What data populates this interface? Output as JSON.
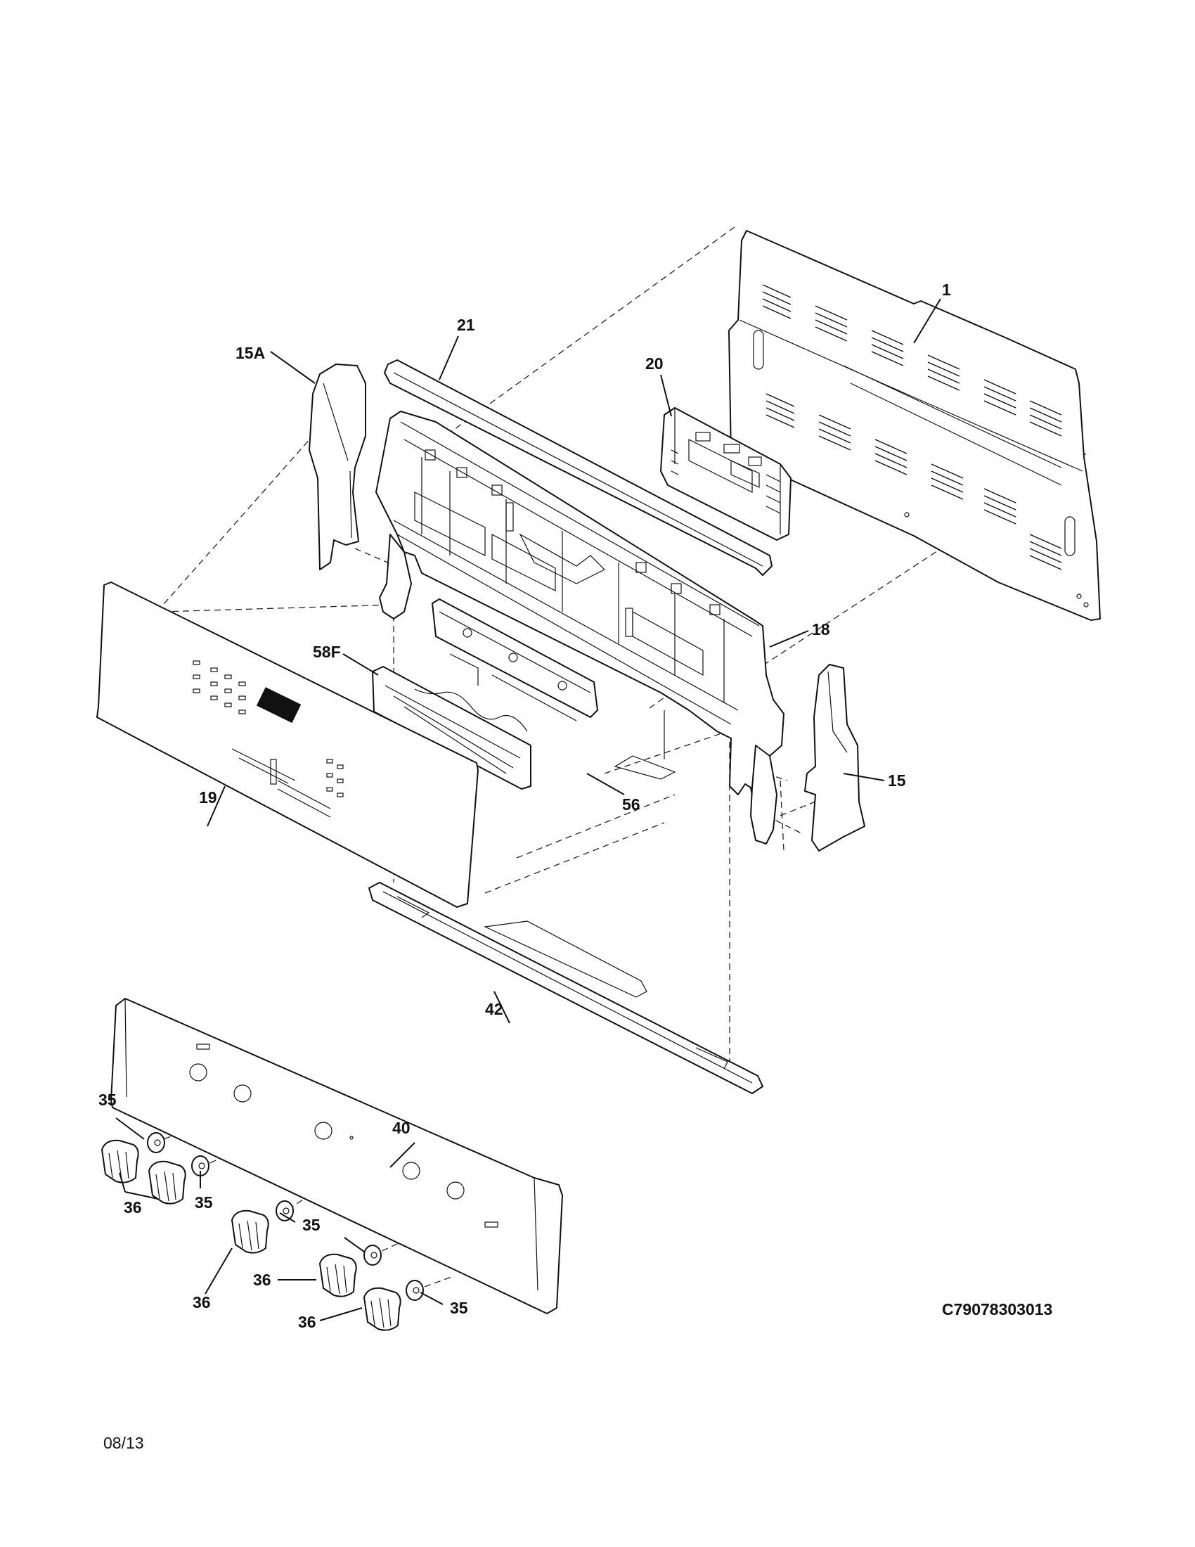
{
  "diagram": {
    "part_labels": {
      "p1": "1",
      "p15": "15",
      "p15a": "15A",
      "p18": "18",
      "p19": "19",
      "p20": "20",
      "p21": "21",
      "p56": "56",
      "p58f": "58F",
      "p42": "42",
      "p40": "40",
      "p35_a": "35",
      "p35_b": "35",
      "p35_c": "35",
      "p35_d": "35",
      "p36_a": "36",
      "p36_b": "36",
      "p36_c": "36",
      "p36_d": "36"
    },
    "drawing_code": "C79078303013",
    "date_code": "08/13"
  }
}
